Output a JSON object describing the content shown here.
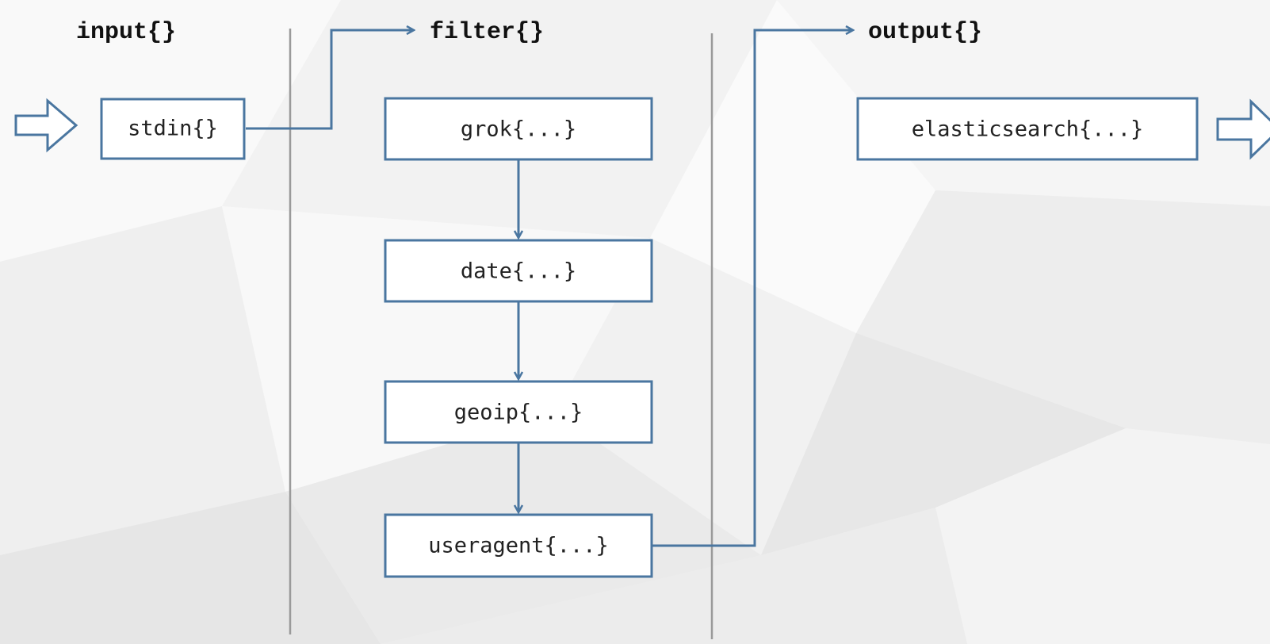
{
  "colors": {
    "stroke": "#4a76a0",
    "divider": "#9a9a9a",
    "text": "#111111",
    "box_fill": "#ffffff"
  },
  "sections": {
    "input": {
      "title": "input{}"
    },
    "filter": {
      "title": "filter{}"
    },
    "output": {
      "title": "output{}"
    }
  },
  "nodes": {
    "stdin": "stdin{}",
    "grok": "grok{...}",
    "date": "date{...}",
    "geoip": "geoip{...}",
    "useragent": "useragent{...}",
    "elasticsearch": "elasticsearch{...}"
  },
  "icons": {
    "input_arrow": "hollow-right-arrow-icon",
    "output_arrow": "hollow-right-arrow-icon"
  }
}
